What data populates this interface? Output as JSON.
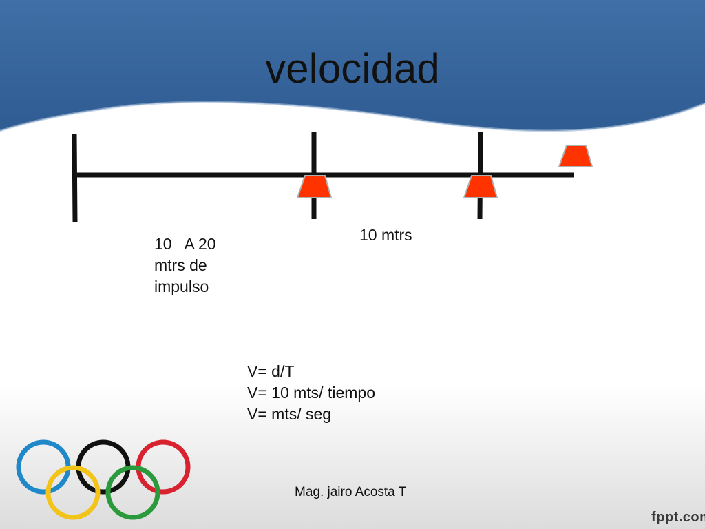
{
  "slide": {
    "title": "velocidad",
    "impulse_label": {
      "line1": "10   A 20",
      "line2": "mtrs de",
      "line3": "impulso"
    },
    "distance_label": "10 mtrs",
    "formula": {
      "line1": "V= d/T",
      "line2": "V= 10 mts/ tiempo",
      "line3": "V= mts/ seg"
    },
    "author": "Mag. jairo Acosta T"
  },
  "watermark": "fppt.com",
  "colors": {
    "header_blue": "#3a6aa0",
    "marker_red": "#ff3300",
    "ring_blue": "#1f88c8",
    "ring_yellow": "#f2c318",
    "ring_black": "#111111",
    "ring_green": "#2a9a3c",
    "ring_red": "#d8222f"
  },
  "icons": {
    "logo": "olympic-rings-icon",
    "marker": "trapezoid-cone-icon"
  }
}
